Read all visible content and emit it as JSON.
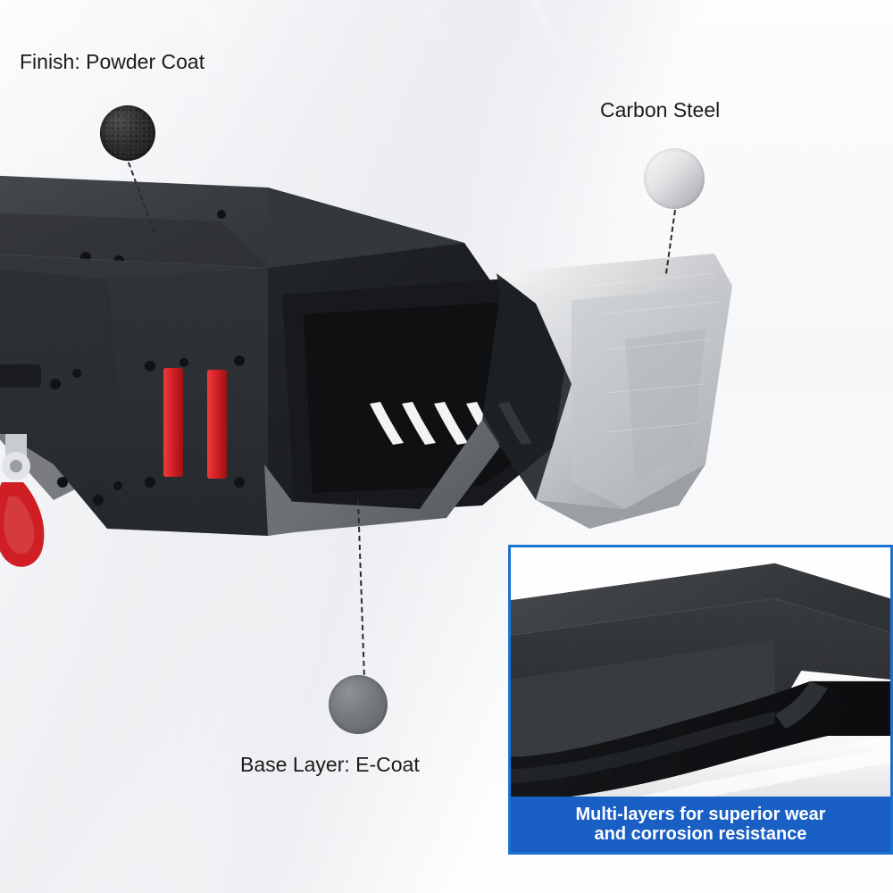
{
  "diagram": {
    "title_alt": "Truck bumper material layers diagram",
    "callouts": [
      {
        "id": "finish",
        "label": "Finish: Powder Coat",
        "swatch_color": "#2d2d2d",
        "swatch_name": "powder-coat-swatch"
      },
      {
        "id": "carbon",
        "label": "Carbon Steel",
        "swatch_color": "#d9dbde",
        "swatch_name": "carbon-steel-swatch"
      },
      {
        "id": "base",
        "label": "Base Layer: E-Coat",
        "swatch_color": "#75787c",
        "swatch_name": "e-coat-swatch"
      }
    ],
    "inset": {
      "caption_line1": "Multi-layers for superior wear",
      "caption_line2": "and corrosion resistance",
      "border_color": "#1a73d1",
      "caption_bg": "#1a5fc4",
      "caption_text_color": "#ffffff"
    },
    "colors": {
      "background": "#ffffff",
      "bumper_dark": "#26282b",
      "bumper_mid": "#3a3d41",
      "steel_light": "#d2d4d7",
      "accent_red": "#d8252a",
      "leader_line": "#2b2b2b"
    }
  }
}
